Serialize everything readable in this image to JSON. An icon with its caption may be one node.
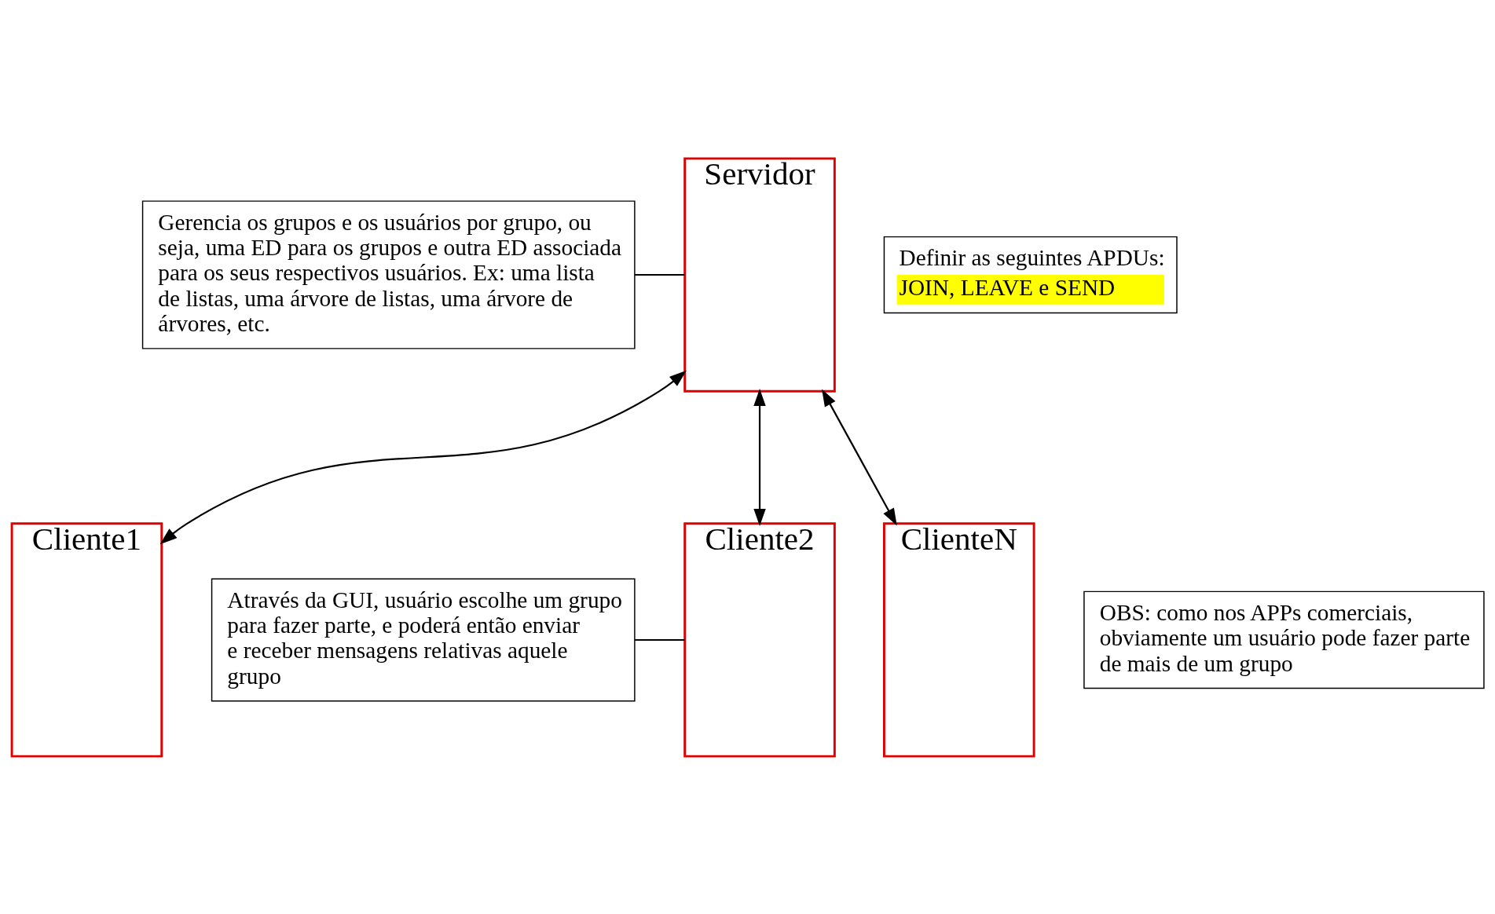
{
  "diagram": {
    "nodes": [
      {
        "text": [
          "Servidor"
        ]
      },
      {
        "text": [
          "Cliente1"
        ]
      },
      {
        "text": [
          "Cliente2"
        ]
      },
      {
        "text": [
          "ClienteN"
        ]
      },
      {
        "text": [
          "Gerencia os grupos e os usuários por grupo, ou seja, uma ED para os grupos e outra ED associada para os seus respectivos usuários. Ex: uma lista de listas, uma árvore de listas, uma árvore de árvores, etc."
        ]
      },
      {
        "text": [
          "Definir as seguintes APDUs:",
          "JOIN, LEAVE e SEND"
        ]
      },
      {
        "text": [
          "Através da GUI, usuário escolhe um grupo para fazer parte, e poderá então enviar e receber mensagens relativas aquele grupo"
        ]
      },
      {
        "text": [
          "OBS: como nos APPs comerciais, obviamente um usuário pode fazer parte de mais de um grupo"
        ]
      }
    ],
    "edges": [
      {
        "from": 1,
        "to": 0,
        "arrow": "both"
      },
      {
        "from": 2,
        "to": 0,
        "arrow": "both"
      },
      {
        "from": 3,
        "to": 0,
        "arrow": "both"
      },
      {
        "from": 4,
        "to": 0,
        "arrow": "none"
      },
      {
        "from": 6,
        "to": 2,
        "arrow": "none"
      }
    ]
  }
}
